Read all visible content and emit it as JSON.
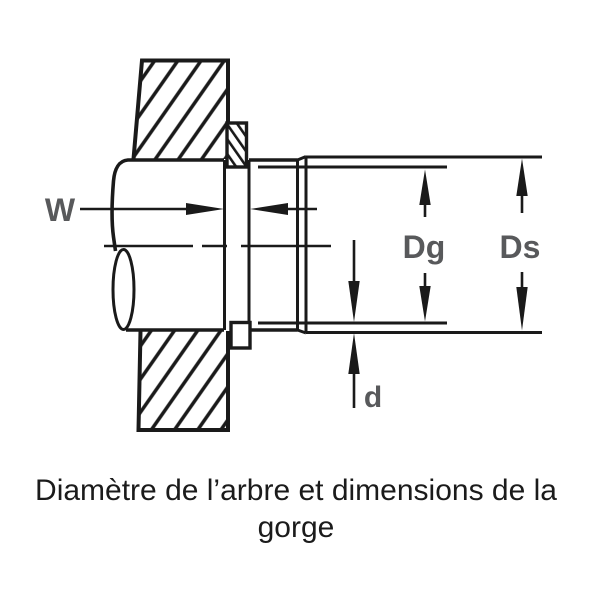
{
  "figure": {
    "type": "technical-diagram",
    "subject": "shaft-groove-cross-section",
    "labels": {
      "groove_width": "W",
      "groove_diameter": "Dg",
      "shaft_diameter": "Ds",
      "groove_depth": "d"
    },
    "caption": {
      "line1": "Diamètre de l’arbre et dimensions de la",
      "line2": "gorge"
    },
    "colors": {
      "line": "#1a1a1a",
      "label_gray": "#58595b",
      "caption": "#1b1b1b",
      "background": "#ffffff"
    }
  }
}
